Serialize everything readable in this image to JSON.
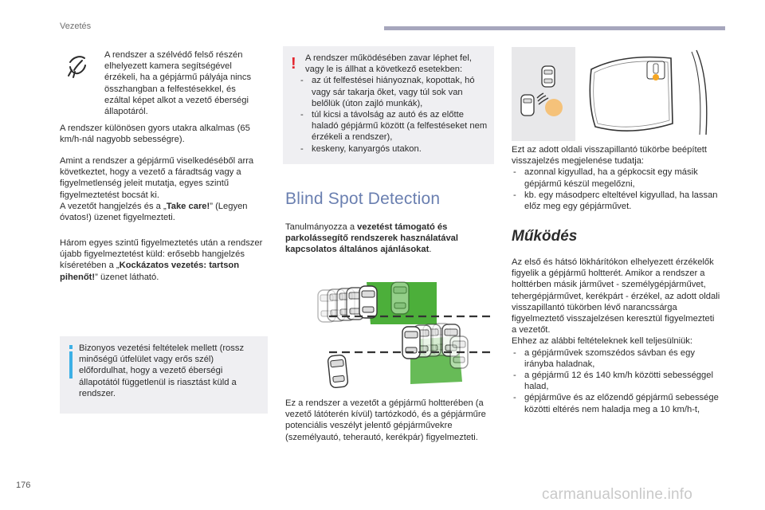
{
  "header": {
    "section": "Vezetés"
  },
  "footer": {
    "page_number": "176",
    "watermark": "carmanualsonline.info"
  },
  "col1": {
    "p1": "A rendszer a szélvédő felső részén elhelyezett kamera segítségével érzékeli, ha a gépjármű pályája nincs összhangban a felfestésekkel, és ezáltal képet alkot a vezető éberségi állapotáról.",
    "p2": "A rendszer különösen gyors utakra alkalmas (65 km/h-nál nagyobb sebességre).",
    "p3a": "Amint a rendszer a gépjármű viselkedéséből arra következtet, hogy a vezető a fáradtság vagy a figyelmetlenség jeleit mutatja, egyes szintű figyelmeztetést bocsát ki.",
    "p3b_pre": "A vezetőt hangjelzés és a „",
    "p3b_bold": "Take care!",
    "p3b_post": "” (Legyen óvatos!) üzenet figyelmezteti.",
    "p4_pre": "Három egyes szintű figyelmeztetés után a rendszer újabb figyelmeztetést küld: erősebb hangjelzés kíséretében a „",
    "p4_bold": "Kockázatos vezetés: tartson pihenőt!",
    "p4_post": "” üzenet látható.",
    "info_note": "Bizonyos vezetési feltételek mellett (rossz minőségű útfelület vagy erős szél) előfordulhat, hogy a vezető éberségi állapotától függetlenül is riasztást küld a rendszer."
  },
  "col2": {
    "warn_intro": "A rendszer működésében zavar léphet fel, vagy le is állhat a következő esetekben:",
    "warn_items": [
      "az út felfestései hiányoznak, kopottak, hó vagy sár takarja őket, vagy túl sok van belőlük (úton zajló munkák),",
      "túl kicsi a távolság az autó és az előtte haladó gépjármű között (a felfestéseket nem érzékeli a rendszer),",
      "keskeny, kanyargós utakon."
    ],
    "title": "Blind Spot Detection",
    "intro_pre": "Tanulmányozza a ",
    "intro_bold": "vezetést támogató és parkolássegítő rendszerek használatával kapcsolatos általános ajánlásokat",
    "intro_post": ".",
    "desc": "Ez a rendszer a vezetőt a gépjármű holtterében (a vezető látóterén kívül) tartózkodó, és a gépjárműre potenciális veszélyt jelentő gépjárművekre (személyautó, teherautó, kerékpár) figyelmezteti."
  },
  "col3": {
    "mirror_intro": "Ezt az adott oldali visszapillantó tükörbe beépített visszajelzés megjelenése tudatja:",
    "mirror_items": [
      "azonnal kigyullad, ha a gépkocsit egy másik gépjármű készül megelőzni,",
      "kb. egy másodperc elteltével kigyullad, ha lassan előz meg egy gépjárművet."
    ],
    "title": "Működés",
    "body": "Az első és hátsó lökhárítókon elhelyezett érzékelők figyelik a gépjármű holtterét. Amikor a rendszer a holttérben másik járművet - személygépjárművet, tehergépjárművet, kerékpárt - érzékel, az adott oldali visszapillantó tükörben lévő narancssárga figyelmeztető visszajelzésen keresztül figyelmezteti a vezetőt.",
    "cond_intro": "Ehhez az alábbi feltételeknek kell teljesülniük:",
    "cond_items": [
      "a gépjárművek szomszédos sávban és egy irányba haladnak,",
      "a gépjármű 12 és 140 km/h közötti sebességgel halad,",
      "gépjárműve és az előzendő gépjármű sebessége közötti eltérés nem haladja meg a 10 km/h-t,"
    ]
  },
  "colors": {
    "accent": "#6a7fb0",
    "warning": "#e3262f",
    "info": "#3db0e6",
    "highlight": "#4caf3a",
    "indicator": "#f5a623"
  }
}
